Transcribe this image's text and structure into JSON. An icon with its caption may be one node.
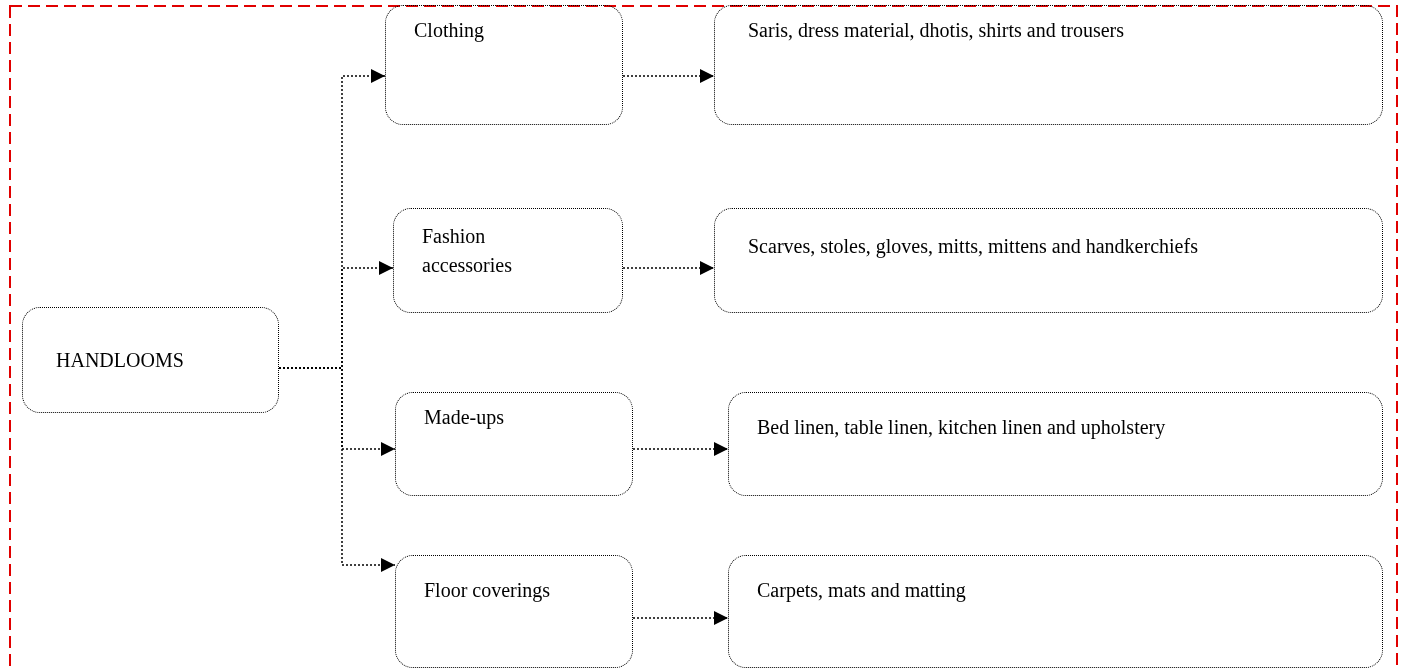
{
  "diagram": {
    "nodes": [
      {
        "text": [
          "HANDLOOMS"
        ]
      },
      {
        "text": [
          "Clothing"
        ]
      },
      {
        "text": [
          "Fashion accessories"
        ]
      },
      {
        "text": [
          "Made-ups"
        ]
      },
      {
        "text": [
          "Floor coverings"
        ]
      },
      {
        "text": [
          "Saris, dress material, dhotis, shirts and trousers"
        ]
      },
      {
        "text": [
          "Scarves, stoles, gloves, mitts, mittens and handkerchiefs"
        ]
      },
      {
        "text": [
          "Bed linen, table linen, kitchen linen and upholstery"
        ]
      },
      {
        "text": [
          "Carpets, mats and matting"
        ]
      }
    ],
    "edges": [
      {
        "from": 0,
        "to": 1,
        "arrow": "to"
      },
      {
        "from": 0,
        "to": 2,
        "arrow": "to"
      },
      {
        "from": 0,
        "to": 3,
        "arrow": "to"
      },
      {
        "from": 0,
        "to": 4,
        "arrow": "to"
      },
      {
        "from": 1,
        "to": 5,
        "arrow": "to"
      },
      {
        "from": 2,
        "to": 6,
        "arrow": "to"
      },
      {
        "from": 3,
        "to": 7,
        "arrow": "to"
      },
      {
        "from": 4,
        "to": 8,
        "arrow": "to"
      }
    ]
  }
}
